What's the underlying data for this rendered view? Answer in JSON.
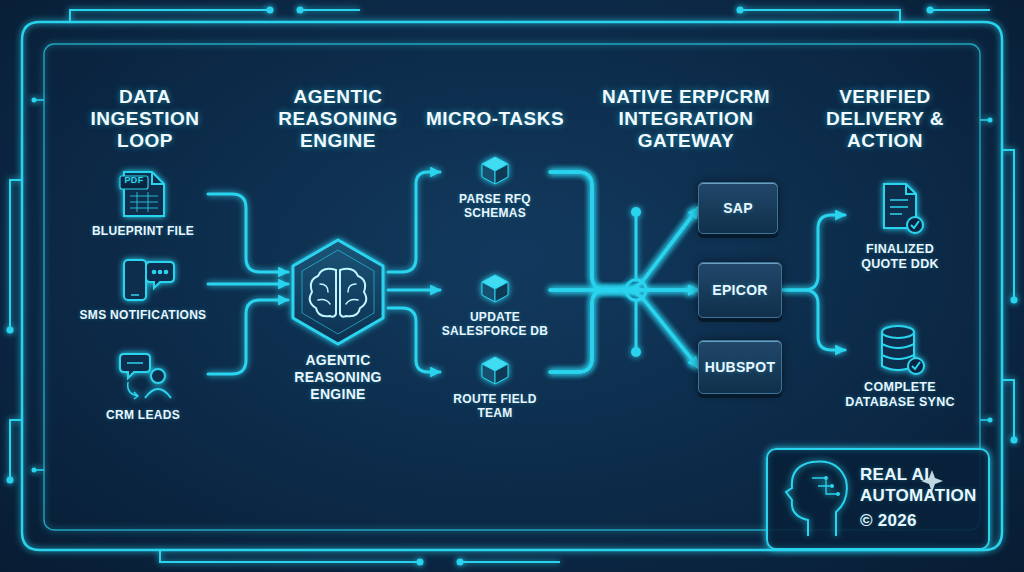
{
  "diagram": {
    "nodes": [
      {
        "text": [
          "PDF",
          "BLUEPRINT FILE"
        ]
      },
      {
        "text": [
          "SMS NOTIFICATIONS"
        ]
      },
      {
        "text": [
          "CRM LEADS"
        ]
      },
      {
        "text": [
          "AGENTIC REASONING ENGINE"
        ]
      },
      {
        "text": [
          "PARSE RFQ SCHEMAS"
        ]
      },
      {
        "text": [
          "UPDATE SALESFORCE DB"
        ]
      },
      {
        "text": [
          "ROUTE FIELD TEAM"
        ]
      },
      {
        "text": [
          "SAP"
        ]
      },
      {
        "text": [
          "EPICOR"
        ]
      },
      {
        "text": [
          "HUBSPOT"
        ]
      },
      {
        "text": [
          "FINALIZED QUOTE DDK"
        ]
      },
      {
        "text": [
          "COMPLETE DATABASE SYNC"
        ]
      },
      {
        "text": [
          "REAL AI AUTOMATION",
          "© 2026"
        ]
      }
    ],
    "edges": [
      {
        "from": 0,
        "to": 3,
        "arrow": "to"
      },
      {
        "from": 1,
        "to": 3,
        "arrow": "to"
      },
      {
        "from": 2,
        "to": 3,
        "arrow": "to"
      },
      {
        "from": 3,
        "to": 4,
        "arrow": "to"
      },
      {
        "from": 3,
        "to": 5,
        "arrow": "to"
      },
      {
        "from": 3,
        "to": 6,
        "arrow": "to"
      },
      {
        "from": 4,
        "to": 7,
        "arrow": "to"
      },
      {
        "from": 4,
        "to": 8,
        "arrow": "to"
      },
      {
        "from": 4,
        "to": 9,
        "arrow": "to"
      },
      {
        "from": 5,
        "to": 7,
        "arrow": "to"
      },
      {
        "from": 5,
        "to": 8,
        "arrow": "to"
      },
      {
        "from": 5,
        "to": 9,
        "arrow": "to"
      },
      {
        "from": 6,
        "to": 7,
        "arrow": "to"
      },
      {
        "from": 6,
        "to": 8,
        "arrow": "to"
      },
      {
        "from": 6,
        "to": 9,
        "arrow": "to"
      },
      {
        "from": 8,
        "to": 10,
        "arrow": "to"
      },
      {
        "from": 8,
        "to": 11,
        "arrow": "to"
      }
    ],
    "labels": [
      "DATA INGESTION LOOP",
      "AGENTIC REASONING ENGINE",
      "MICRO-TASKS",
      "NATIVE ERP/CRM INTEGRATION GATEWAY",
      "VERIFIED DELIVERY & ACTION"
    ]
  }
}
